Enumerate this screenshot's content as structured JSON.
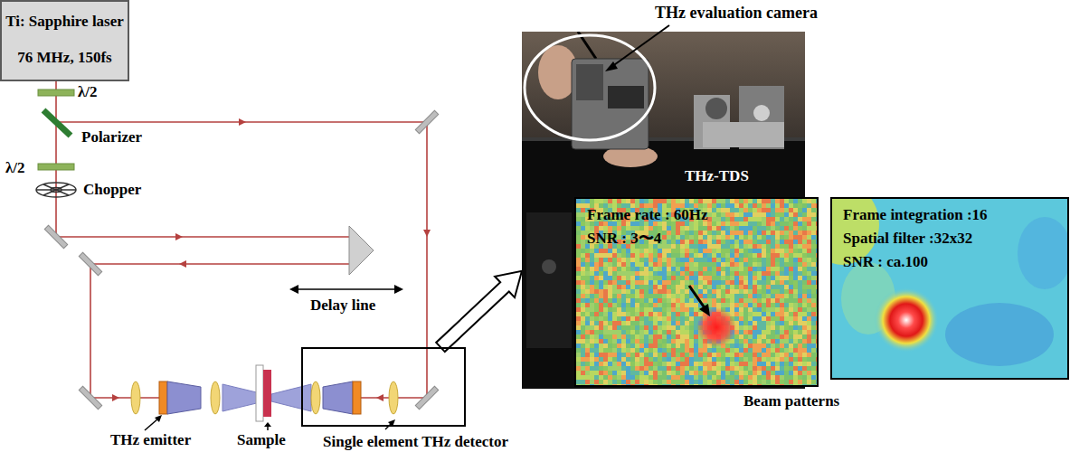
{
  "diagram": {
    "nodes": [
      {
        "text": [
          "Ti: Sapphire laser",
          "76 MHz, 150fs"
        ]
      },
      {
        "text": [
          "Single element THz detector"
        ]
      },
      {
        "text": [
          "THz-TDS"
        ]
      },
      {
        "text": [
          "Frame rate : 60Hz",
          "SNR : 3〜4"
        ]
      },
      {
        "text": [
          "Frame integration :16",
          "Spatial filter :32x32",
          "SNR : ca.100"
        ]
      }
    ],
    "edges": [
      {
        "from": 1,
        "to": 2,
        "arrow": "to"
      }
    ],
    "labels": [
      "λ/2",
      "Polarizer",
      "λ/2",
      "Chopper",
      "Delay line",
      "THz emitter",
      "Sample",
      "THz evaluation camera",
      "Beam patterns"
    ]
  }
}
